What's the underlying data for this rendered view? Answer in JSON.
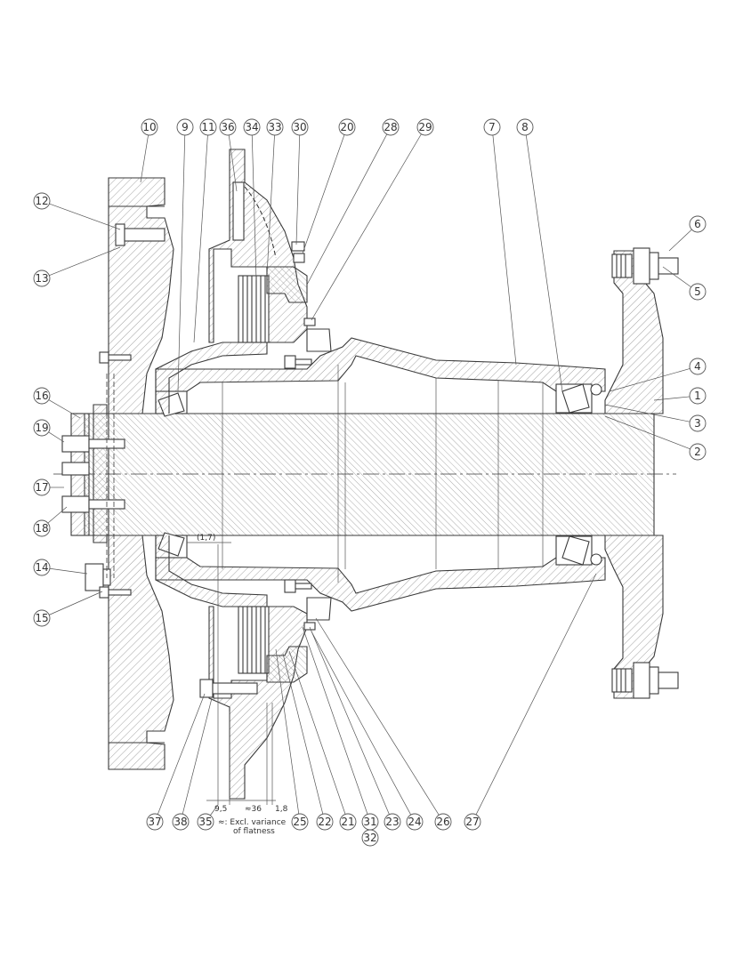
{
  "colors": {
    "line": "#3a3a3a",
    "leader": "#555555",
    "hatch": "#8a8a8a",
    "section_fill": "#f3f3f3",
    "balloon_fill": "#ffffff"
  },
  "callouts": [
    {
      "id": "10",
      "label": "10"
    },
    {
      "id": "9",
      "label": "9"
    },
    {
      "id": "11",
      "label": "11"
    },
    {
      "id": "36",
      "label": "36"
    },
    {
      "id": "34",
      "label": "34"
    },
    {
      "id": "33",
      "label": "33"
    },
    {
      "id": "30",
      "label": "30"
    },
    {
      "id": "20",
      "label": "20"
    },
    {
      "id": "28",
      "label": "28"
    },
    {
      "id": "29",
      "label": "29"
    },
    {
      "id": "7",
      "label": "7"
    },
    {
      "id": "8",
      "label": "8"
    },
    {
      "id": "6",
      "label": "6"
    },
    {
      "id": "5",
      "label": "5"
    },
    {
      "id": "4",
      "label": "4"
    },
    {
      "id": "1",
      "label": "1"
    },
    {
      "id": "3",
      "label": "3"
    },
    {
      "id": "2",
      "label": "2"
    },
    {
      "id": "12",
      "label": "12"
    },
    {
      "id": "13",
      "label": "13"
    },
    {
      "id": "16",
      "label": "16"
    },
    {
      "id": "19",
      "label": "19"
    },
    {
      "id": "17",
      "label": "17"
    },
    {
      "id": "18",
      "label": "18"
    },
    {
      "id": "14",
      "label": "14"
    },
    {
      "id": "15",
      "label": "15"
    },
    {
      "id": "37",
      "label": "37"
    },
    {
      "id": "38",
      "label": "38"
    },
    {
      "id": "35",
      "label": "35"
    },
    {
      "id": "25",
      "label": "25"
    },
    {
      "id": "22",
      "label": "22"
    },
    {
      "id": "21",
      "label": "21"
    },
    {
      "id": "31",
      "label": "31"
    },
    {
      "id": "32",
      "label": "32"
    },
    {
      "id": "23",
      "label": "23"
    },
    {
      "id": "24",
      "label": "24"
    },
    {
      "id": "26",
      "label": "26"
    },
    {
      "id": "27",
      "label": "27"
    }
  ],
  "dimensions": {
    "gap": "(1,7)",
    "d1": "9,5",
    "d2": "≈36",
    "d3": "1,8"
  },
  "note": {
    "line1": "≈: Excl. variance",
    "line2": "of flatness"
  }
}
